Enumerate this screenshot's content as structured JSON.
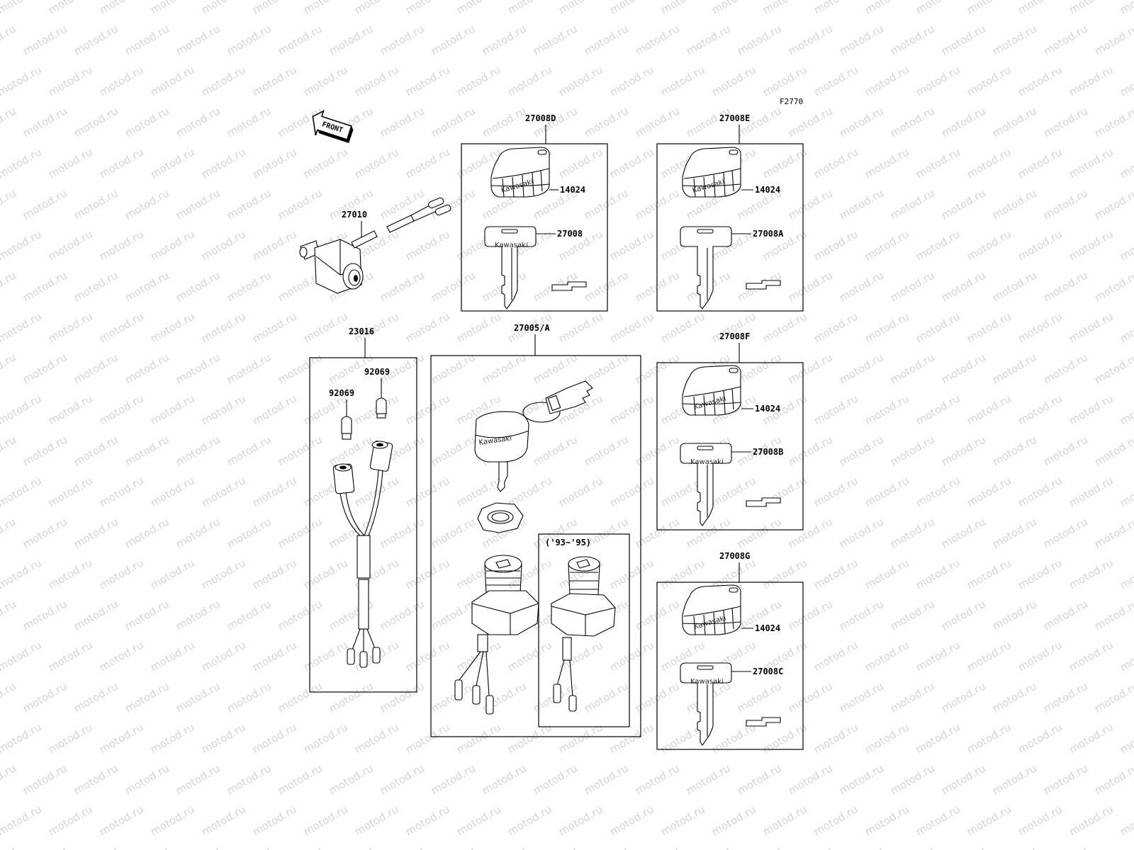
{
  "figure_code": "F2770",
  "watermark": "motod.ru",
  "front_arrow": {
    "text": "FRONT",
    "icon": "front-arrow-icon"
  },
  "callouts": {
    "p27010": "27010",
    "p27008D": "27008D",
    "p27008E": "27008E",
    "p23016": "23016",
    "p27005A": "27005/A",
    "p27008F": "27008F",
    "p27008G": "27008G",
    "p92069_a": "92069",
    "p92069_b": "92069",
    "years": "('93~'95)"
  },
  "boxes": {
    "d": {
      "cap": "14024",
      "key": "27008"
    },
    "e": {
      "cap": "14024",
      "key": "27008A"
    },
    "f": {
      "cap": "14024",
      "key": "27008B"
    },
    "g": {
      "cap": "14024",
      "key": "27008C"
    }
  },
  "brand": "Kawasaki"
}
